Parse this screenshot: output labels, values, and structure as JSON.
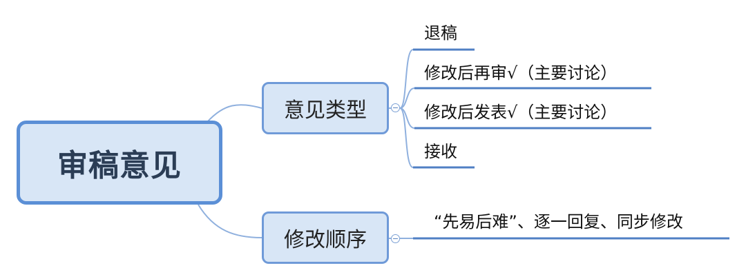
{
  "mindmap": {
    "root": {
      "label": "审稿意见"
    },
    "branches": [
      {
        "label": "意见类型",
        "collapse_symbol": "−",
        "children": [
          {
            "label": "退稿"
          },
          {
            "label": "修改后再审√（主要讨论）"
          },
          {
            "label": "修改后发表√（主要讨论）"
          },
          {
            "label": "接收"
          }
        ]
      },
      {
        "label": "修改顺序",
        "collapse_symbol": "−",
        "children": [
          {
            "label": "“先易后难”、逐一回复、同步修改"
          }
        ]
      }
    ]
  },
  "colors": {
    "node_fill": "#d8e6f6",
    "root_border": "#5b8fd6",
    "branch_border": "#6f9ad8",
    "connector": "#8fb0de",
    "leaf_underline": "#4f7fc4"
  }
}
